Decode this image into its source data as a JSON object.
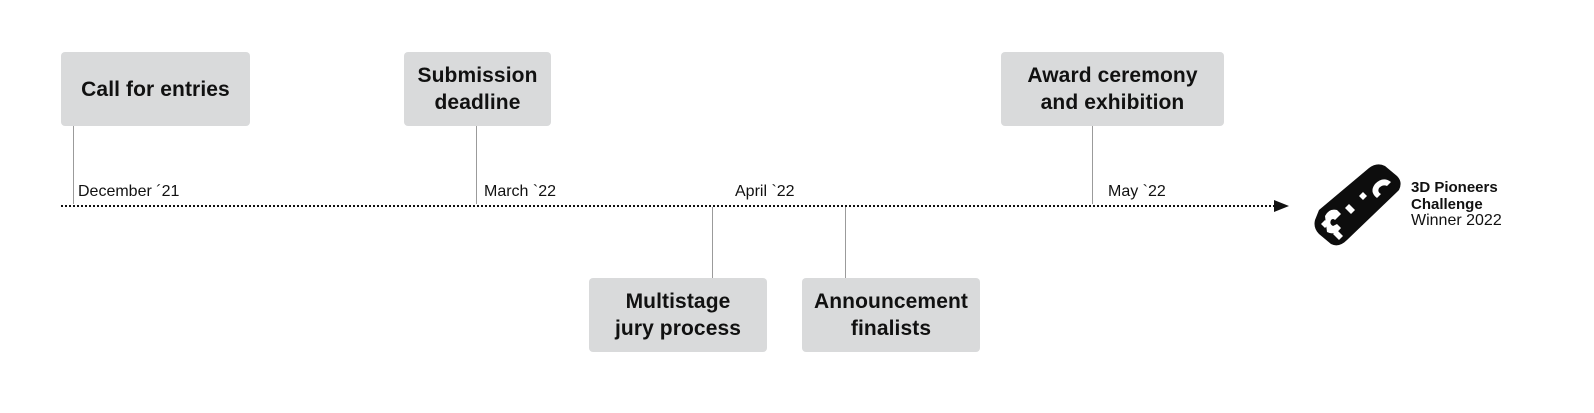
{
  "milestones": {
    "call_for_entries": {
      "label": "Call for entries",
      "date": "December ´21"
    },
    "submission_deadline": {
      "label": "Submission\ndeadline",
      "date": "March `22"
    },
    "multistage_jury": {
      "label": "Multistage\njury process",
      "date": "April `22"
    },
    "announcement_finalists": {
      "label": "Announcement\nfinalists"
    },
    "award_ceremony": {
      "label": "Award ceremony\nand exhibition",
      "date": "May `22"
    }
  },
  "badge": {
    "logo_icon": "3dpc-logo",
    "line1": "3D Pioneers",
    "line2": "Challenge",
    "line3": "Winner 2022"
  },
  "colors": {
    "box_fill": "#d9dadb",
    "text": "#111111",
    "stem": "#9b9b9b"
  }
}
